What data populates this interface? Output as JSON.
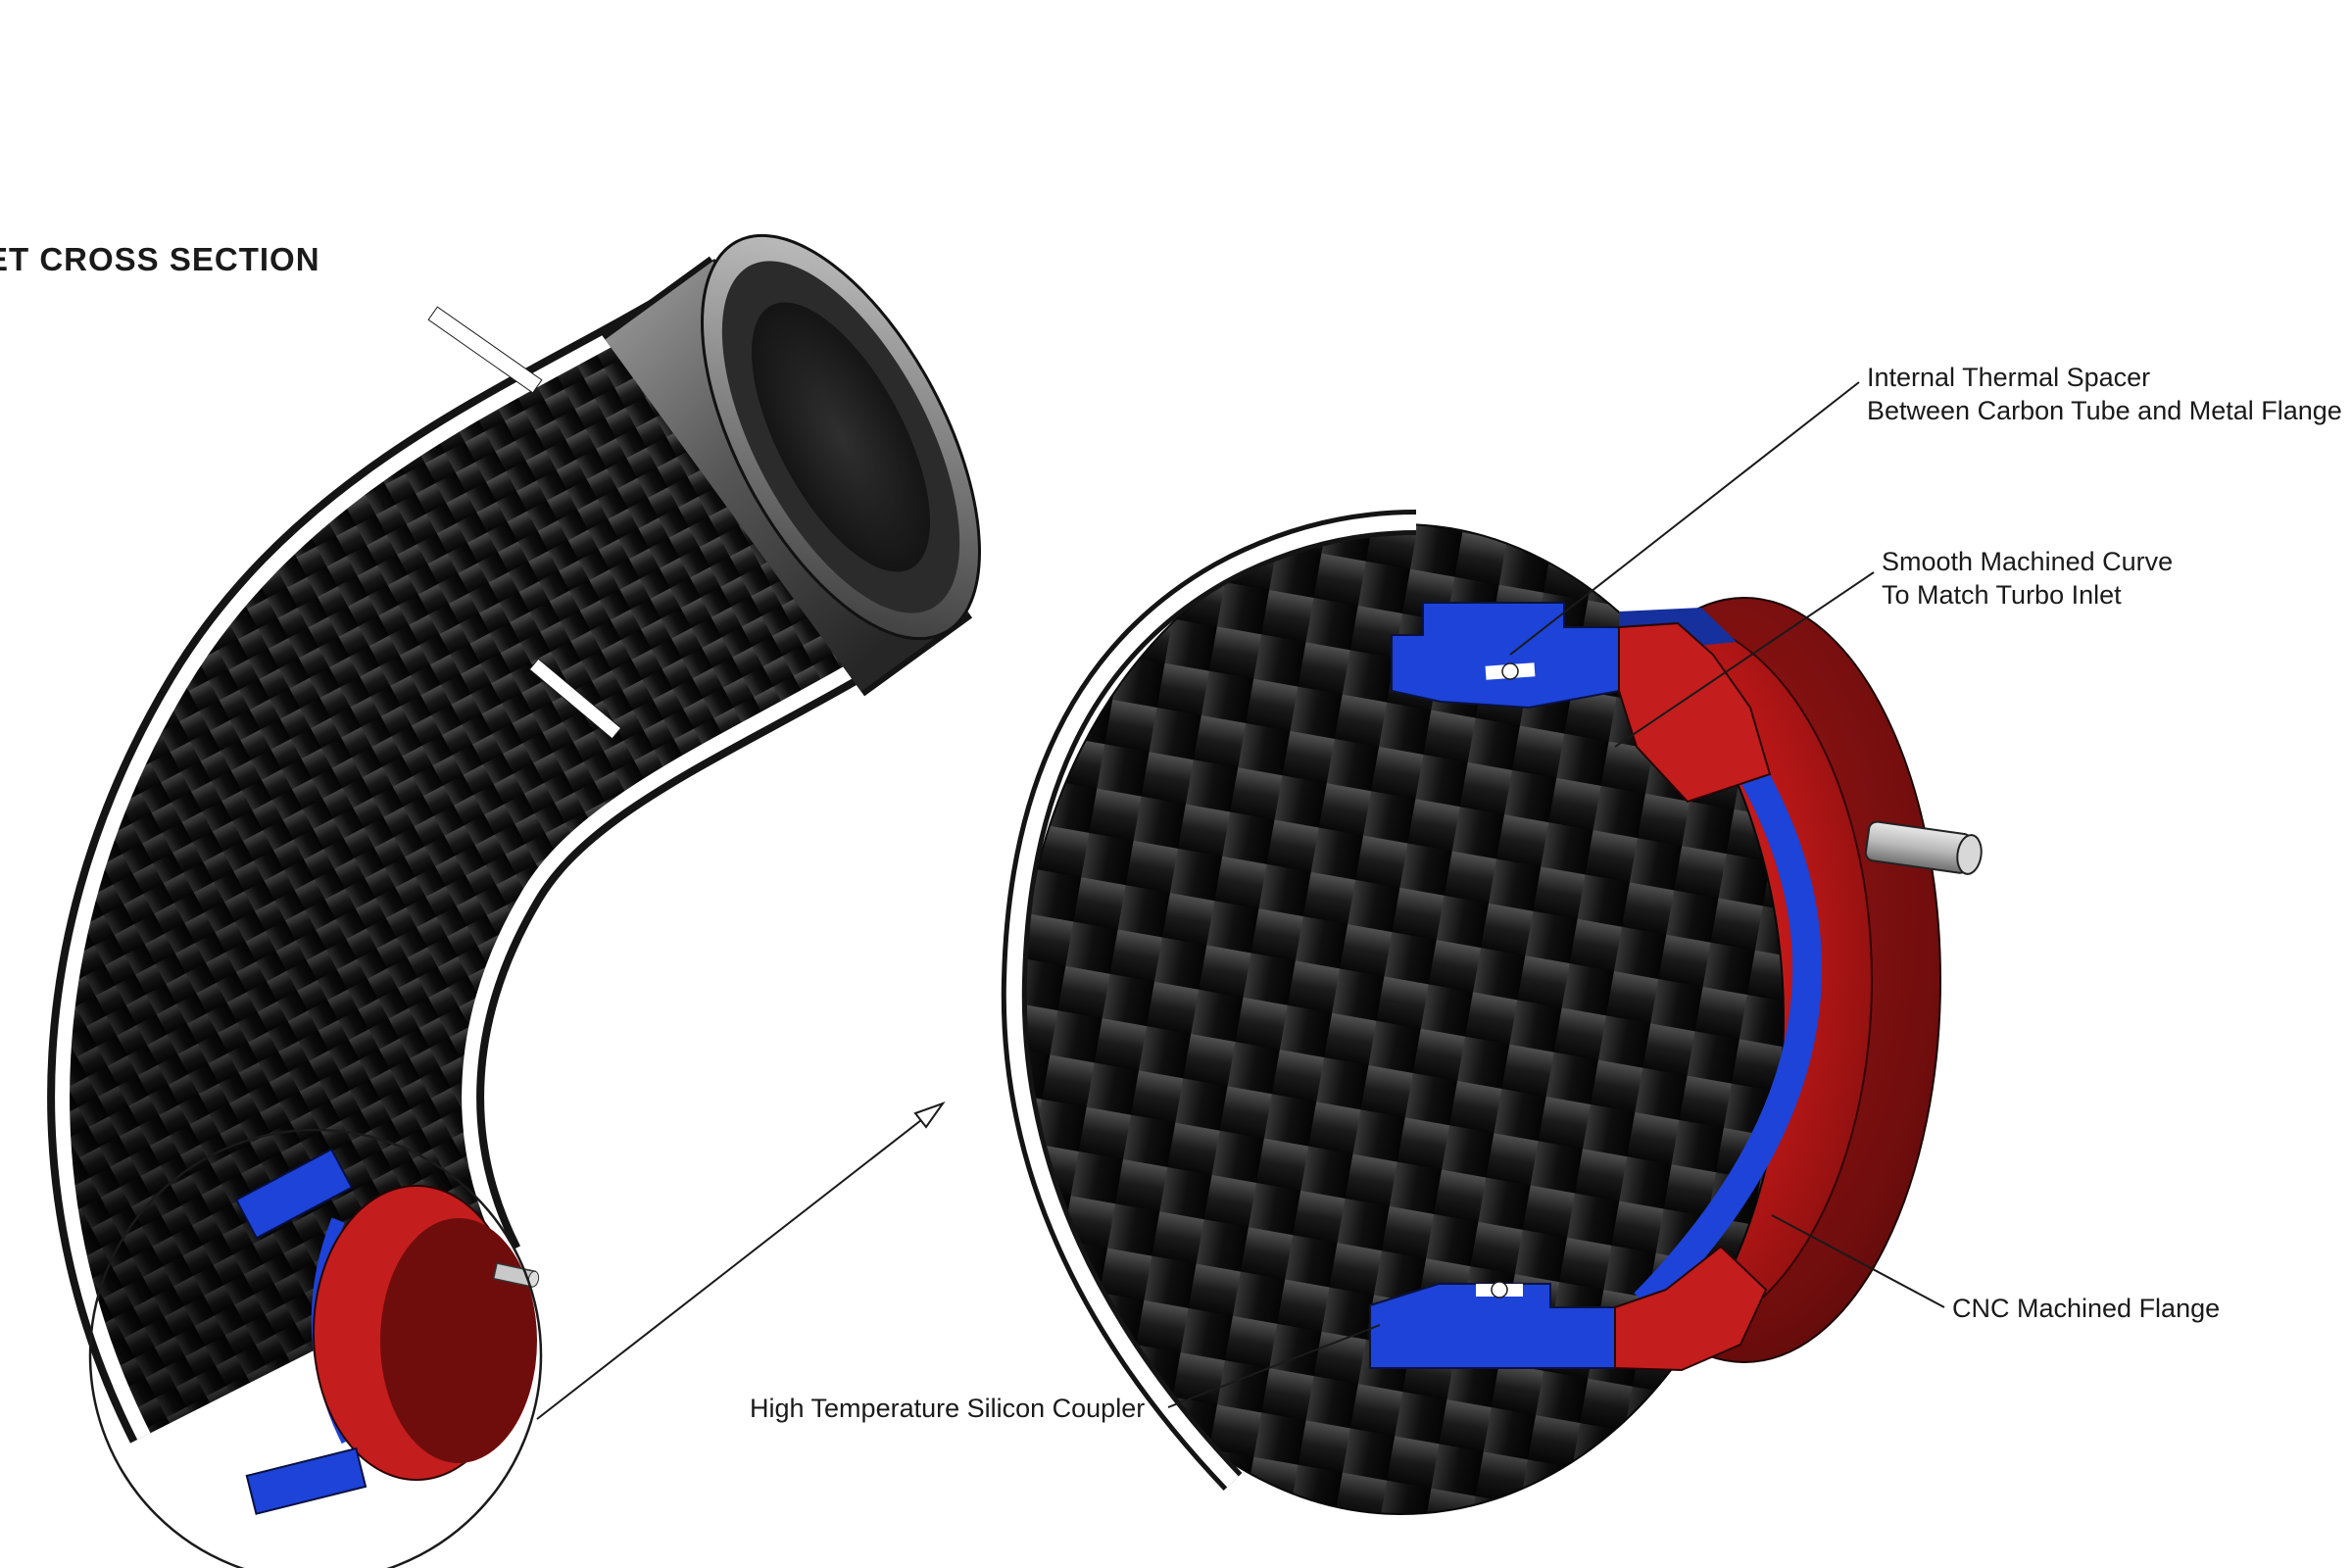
{
  "title": "ET CROSS SECTION",
  "callouts": {
    "thermal_spacer": {
      "line1": "Internal Thermal Spacer",
      "line2": "Between Carbon Tube and Metal Flange"
    },
    "machined_curve": {
      "line1": "Smooth Machined Curve",
      "line2": "To Match Turbo Inlet"
    },
    "cnc_flange": {
      "label": "CNC Machined Flange"
    },
    "silicon_coupler": {
      "label": "High Temperature Silicon Coupler"
    }
  },
  "colors": {
    "background": "#ffffff",
    "carbon_fiber_dark": "#0b0b0b",
    "carbon_fiber_light": "#525252",
    "flange_red": "#c41d1d",
    "flange_dark_red": "#6f0d0d",
    "coupler_blue": "#1d43d8",
    "coupler_gray": "#555555",
    "line_color": "#1a1a1a"
  }
}
